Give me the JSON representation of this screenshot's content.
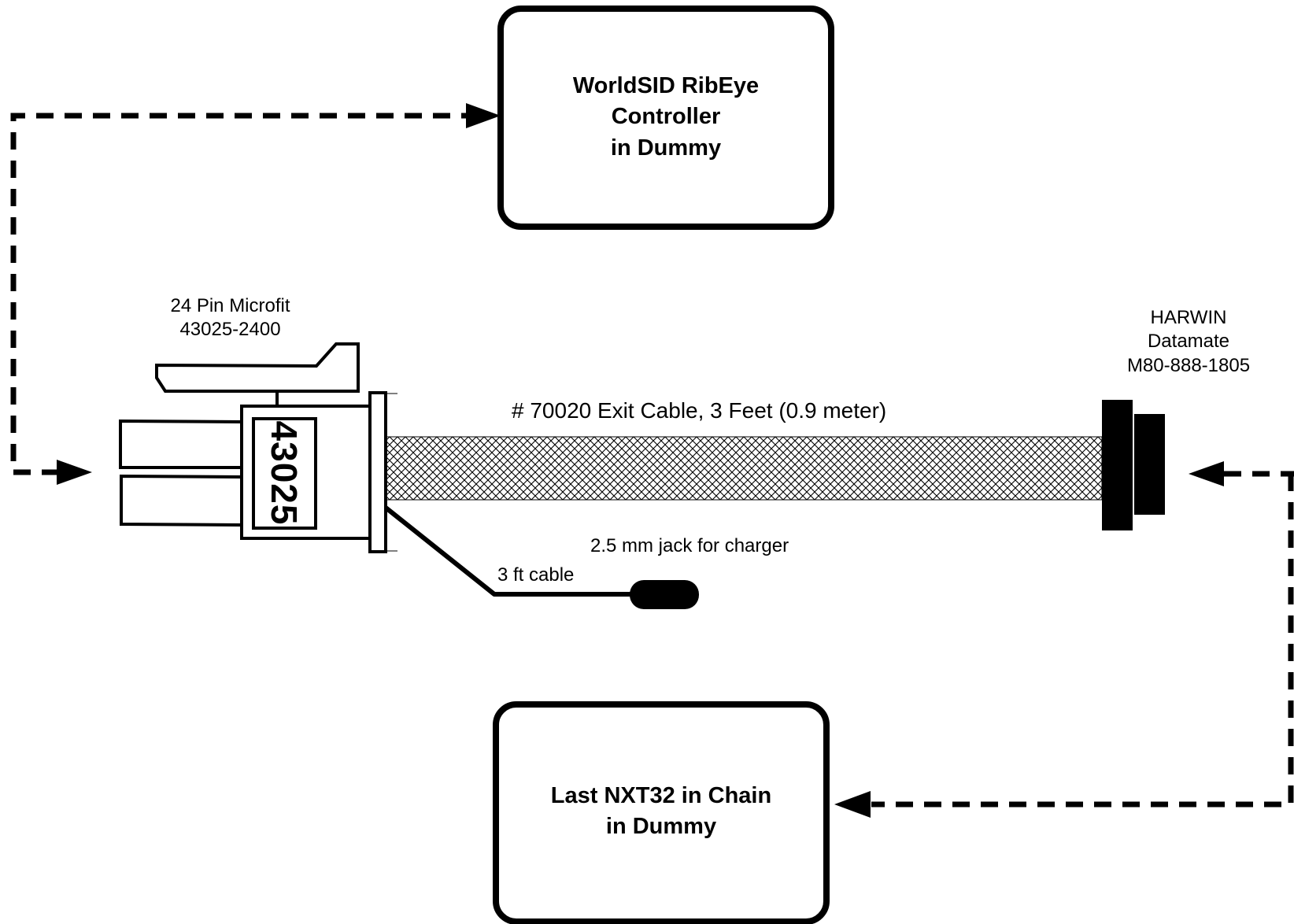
{
  "controller_box": {
    "lines": [
      "WorldSID RibEye",
      "Controller",
      "in Dummy"
    ]
  },
  "last_nxt_box": {
    "lines": [
      "Last NXT32 in Chain",
      "in Dummy"
    ]
  },
  "microfit_connector": {
    "lines": [
      "24 Pin  Microfit",
      "43025-2400"
    ],
    "housing_marking": "43025"
  },
  "harwin_connector": {
    "lines": [
      "HARWIN",
      "Datamate",
      "M80-888-1805"
    ]
  },
  "exit_cable": {
    "label": "# 70020 Exit Cable,  3 Feet (0.9 meter)"
  },
  "charger_jack": {
    "label": "2.5 mm jack for charger"
  },
  "charger_cable": {
    "label": "3 ft cable"
  }
}
